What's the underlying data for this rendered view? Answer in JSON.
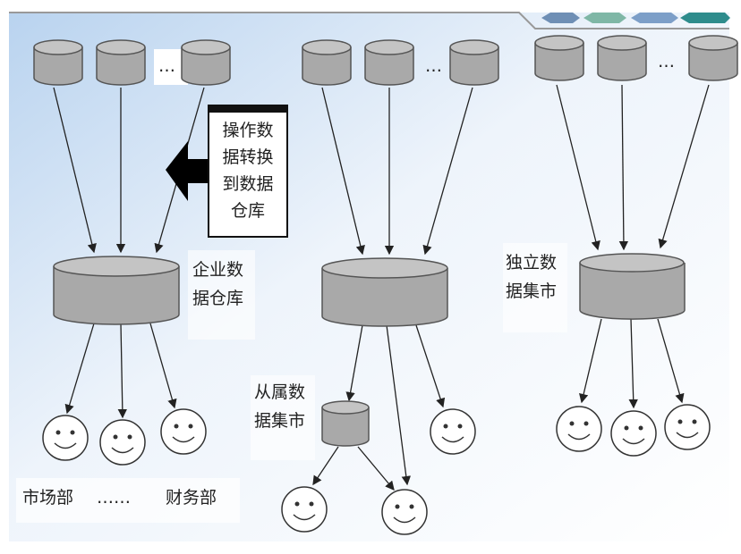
{
  "labels": {
    "op_box": [
      "操作数",
      "据转换",
      "到数据",
      "仓库"
    ],
    "enterprise_dw": [
      "企业数",
      "据仓库"
    ],
    "dependent_mart": [
      "从属数",
      "据集市"
    ],
    "independent_mart": [
      "独立数",
      "据集市"
    ],
    "dept_marketing": "市场部",
    "dept_ellipsis": "……",
    "dept_finance": "财务部",
    "source_ellipsis": "…"
  },
  "colors": {
    "cylinder": "#a9a9a9",
    "cylinder_top": "#c4c4c4",
    "background_top": "#c9ddf2"
  }
}
